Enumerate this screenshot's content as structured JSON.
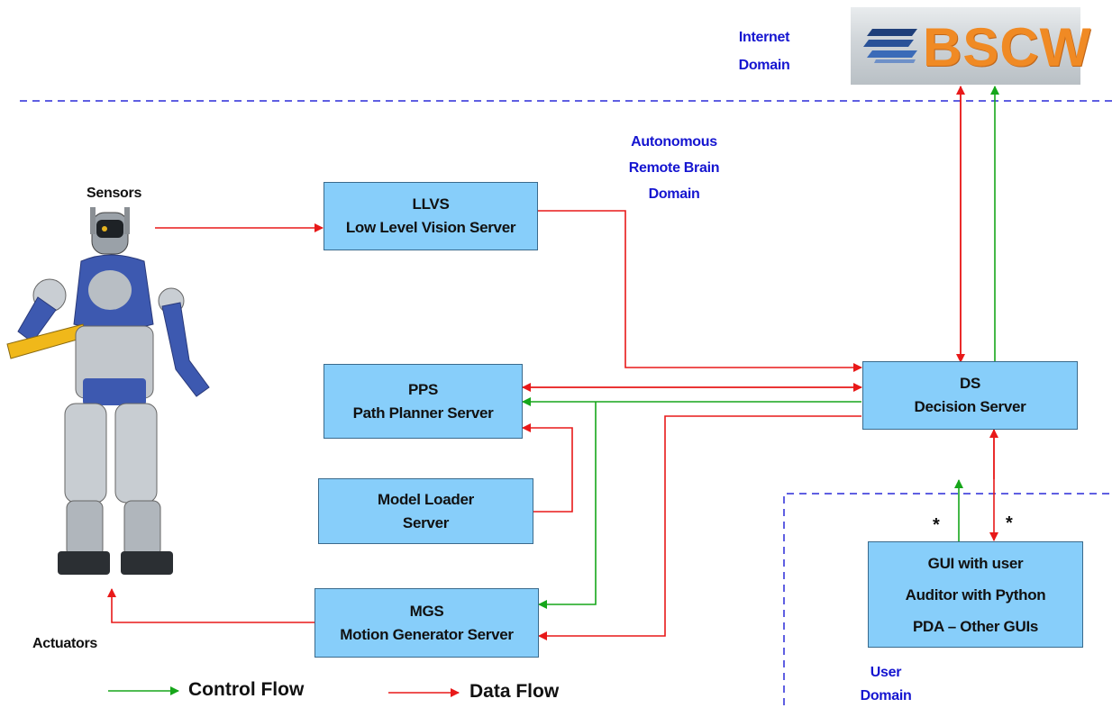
{
  "domains": {
    "internet": [
      "Internet",
      "Domain"
    ],
    "remote_brain": [
      "Autonomous",
      "Remote Brain",
      "Domain"
    ],
    "user": [
      "User",
      "Domain"
    ]
  },
  "logo": {
    "text": "BSCW",
    "brand_color": "#f08a24"
  },
  "robot": {
    "sensors_label": "Sensors",
    "actuators_label": "Actuators"
  },
  "boxes": {
    "llvs": [
      "LLVS",
      "Low Level Vision Server"
    ],
    "pps": [
      "PPS",
      "Path Planner Server"
    ],
    "model_loader": [
      "Model Loader",
      "Server"
    ],
    "mgs": [
      "MGS",
      "Motion Generator Server"
    ],
    "ds": [
      "DS",
      "Decision Server"
    ],
    "gui": [
      "GUI with user",
      "Auditor with Python",
      "PDA – Other GUIs"
    ]
  },
  "annotations": {
    "gui_left_star": "*",
    "gui_right_star": "*"
  },
  "legend": {
    "control_flow": "Control Flow",
    "data_flow": "Data Flow"
  },
  "colors": {
    "control": "#16a61a",
    "data": "#e81919",
    "box_fill": "#87cefa",
    "domain_line": "#2a2ad8",
    "domain_text": "#1515d0"
  }
}
